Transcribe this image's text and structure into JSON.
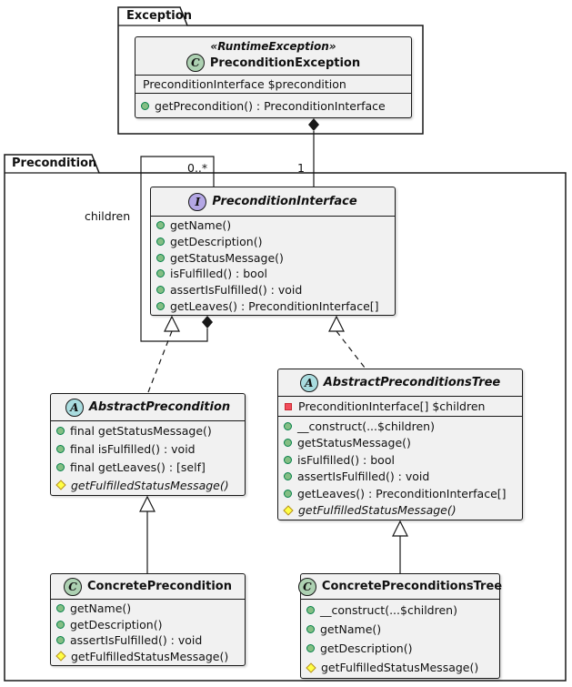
{
  "packages": {
    "exception": {
      "label": "Exception"
    },
    "precondition": {
      "label": "Precondition"
    }
  },
  "relations": {
    "exception_composition": {
      "multiplicity": "1"
    },
    "children_composition": {
      "multiplicity": "0..*",
      "label": "children"
    }
  },
  "classes": {
    "preconditionException": {
      "stereotype": "«RuntimeException»",
      "icon": "C",
      "name": "PreconditionException",
      "fields": [
        {
          "text": "PreconditionInterface $precondition",
          "visibility": "none"
        }
      ],
      "methods": [
        {
          "text": "getPrecondition() : PreconditionInterface",
          "visibility": "public"
        }
      ]
    },
    "preconditionInterface": {
      "icon": "I",
      "name": "PreconditionInterface",
      "methods": [
        {
          "text": "getName()",
          "visibility": "public"
        },
        {
          "text": "getDescription()",
          "visibility": "public"
        },
        {
          "text": "getStatusMessage()",
          "visibility": "public"
        },
        {
          "text": "isFulfilled() : bool",
          "visibility": "public"
        },
        {
          "text": "assertIsFulfilled() : void",
          "visibility": "public"
        },
        {
          "text": "getLeaves() : PreconditionInterface[]",
          "visibility": "public"
        }
      ]
    },
    "abstractPrecondition": {
      "icon": "A",
      "name": "AbstractPrecondition",
      "methods": [
        {
          "text": "final getStatusMessage()",
          "visibility": "public"
        },
        {
          "text": "final isFulfilled() : void",
          "visibility": "public"
        },
        {
          "text": "final getLeaves() : [self]",
          "visibility": "public"
        },
        {
          "text": "getFulfilledStatusMessage()",
          "visibility": "protected",
          "abstract": true
        }
      ]
    },
    "abstractPreconditionsTree": {
      "icon": "A",
      "name": "AbstractPreconditionsTree",
      "fields": [
        {
          "text": "PreconditionInterface[] $children",
          "visibility": "private"
        }
      ],
      "methods": [
        {
          "text": "__construct(...$children)",
          "visibility": "public"
        },
        {
          "text": "getStatusMessage()",
          "visibility": "public"
        },
        {
          "text": "isFulfilled() : bool",
          "visibility": "public"
        },
        {
          "text": "assertIsFulfilled() : void",
          "visibility": "public"
        },
        {
          "text": "getLeaves() : PreconditionInterface[]",
          "visibility": "public"
        },
        {
          "text": "getFulfilledStatusMessage()",
          "visibility": "protected",
          "abstract": true
        }
      ]
    },
    "concretePrecondition": {
      "icon": "C",
      "name": "ConcretePrecondition",
      "methods": [
        {
          "text": "getName()",
          "visibility": "public"
        },
        {
          "text": "getDescription()",
          "visibility": "public"
        },
        {
          "text": "assertIsFulfilled() : void",
          "visibility": "public"
        },
        {
          "text": "getFulfilledStatusMessage()",
          "visibility": "protected"
        }
      ]
    },
    "concretePreconditionsTree": {
      "icon": "C",
      "name": "ConcretePreconditionsTree",
      "methods": [
        {
          "text": "__construct(...$children)",
          "visibility": "public"
        },
        {
          "text": "getName()",
          "visibility": "public"
        },
        {
          "text": "getDescription()",
          "visibility": "public"
        },
        {
          "text": "getFulfilledStatusMessage()",
          "visibility": "protected"
        }
      ]
    }
  },
  "colors": {
    "class_bg": "#F1F1F1",
    "border": "#181818",
    "spot_class": "#ADD1B2",
    "spot_interface": "#B4A7E5",
    "spot_abstract": "#A9DCDF",
    "vis_public": "#84BE84",
    "vis_public_border": "#038048",
    "vis_protected": "#FFFF44",
    "vis_protected_border": "#B38D22",
    "vis_private": "#F24D5C",
    "vis_private_border": "#C82930"
  }
}
